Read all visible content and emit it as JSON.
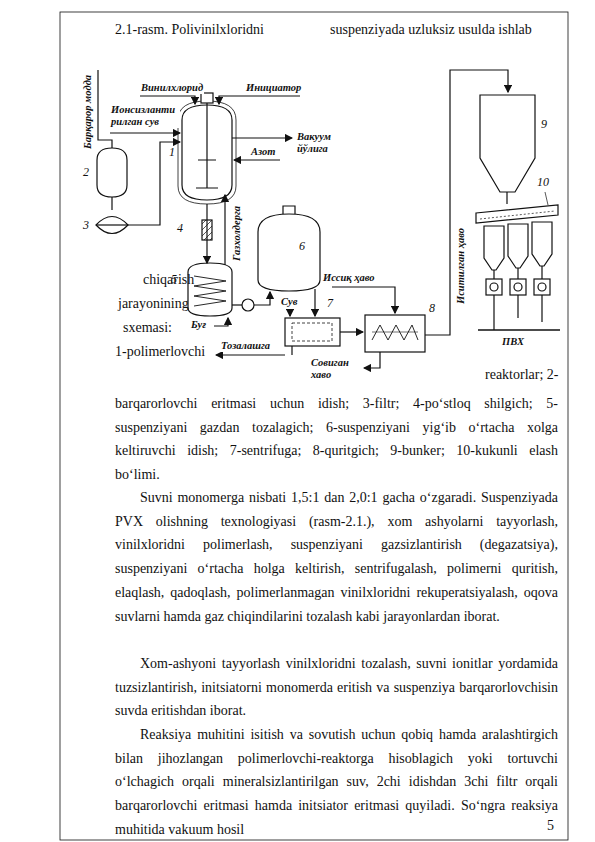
{
  "diagram": {
    "labels": [
      "2.1-rasm. Polivinilxloridni",
      "suspenziyada uzluksiz usulda ishlab",
      "Барқарор модда",
      "Винилхлорид",
      "Инициатор",
      "Ионсизлантирилган сув",
      "Азот",
      "Вакуум йўлига",
      "1",
      "2",
      "3",
      "4",
      "Газхолдерга",
      "6",
      "9",
      "10",
      "5",
      "Буғ",
      "Иссиқ ҳаво",
      "Иситилган ҳаво",
      "Сув",
      "7",
      "8",
      "Тозалашга",
      "Совиган хаво",
      "ПВХ",
      "chiqarish",
      "jarayonining",
      "sxemasi:",
      "1-polimerlovchi",
      "reaktorlar; 2-",
      "barqarorlovchi eritmasi uchun idish; 3-filtr; 4-po‘stloq shilgich; 5-suspenziyani gazdan tozalagich; 6-suspenziyani yig‘ib o‘rtacha xolga keltiruvchi idish; 7-sentrifuga; 8-quritgich; 9-bunker; 10-kukunli elash bo‘limi.",
      "Suvni monomerga nisbati 1,5:1 dan 2,0:1 gacha o‘zgaradi. Suspenziyada PVX olishning texnologiyasi (rasm-2.1.), xom ashyolarni tayyorlash, vinilxloridni polimerlash, suspenziyani gazsizlantirish (degazatsiya), suspenziyani o‘rtacha holga keltirish, sentrifugalash, polimerni quritish, elaqlash, qadoqlash, polimerlanmagan vinilxloridni rekuperatsiyalash, oqova suvlarni hamda gaz chiqindilarini tozalash kabi jarayonlardan iborat.",
      "Xom-ashyoni tayyorlash vinilxloridni tozalash, suvni ionitlar yordamida tuzsizlantirish, initsiatorni monomerda eritish va suspenziya barqarorlovchisin suvda eritishdan iborat.",
      "Reaksiya muhitini isitish va sovutish uchun qobiq hamda aralashtirgich bilan jihozlangan polimerlovchi-reaktorga hisoblagich yoki tortuvchi o‘lchagich orqali mineralsizlantirilgan suv, 2chi idishdan 3chi filtr orqali barqarorlovchi eritmasi hamda initsiator eritmasi quyiladi. So‘ngra reaksiya muhitida vakuum hosil",
      "5"
    ]
  }
}
